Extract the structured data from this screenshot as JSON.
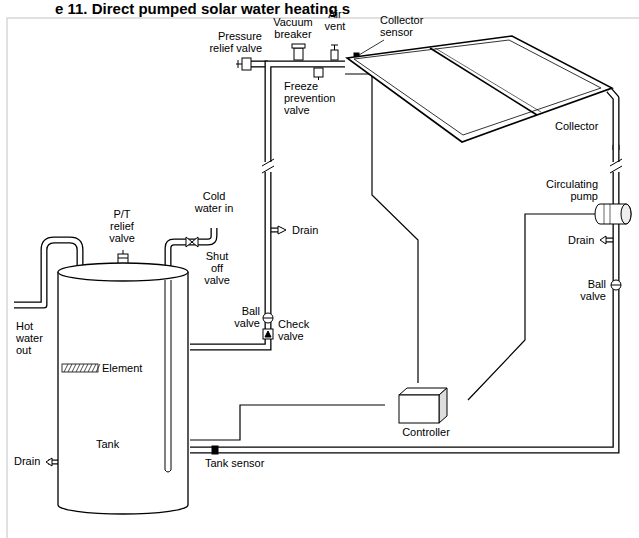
{
  "diagram": {
    "title": "e 11. Direct pumped solar water heating s",
    "nodes": [
      {
        "text": [
          "Collector"
        ]
      },
      {
        "text": [
          "Controller"
        ]
      },
      {
        "text": [
          "Tank"
        ]
      }
    ],
    "edges": [
      {
        "from": 0,
        "to": 2,
        "arrow": "none"
      },
      {
        "from": 2,
        "to": 0,
        "arrow": "none"
      },
      {
        "from": 1,
        "to": 0,
        "arrow": "none"
      },
      {
        "from": 1,
        "to": 2,
        "arrow": "none"
      }
    ],
    "labels": [
      "Vacuum breaker",
      "Air vent",
      "Collector sensor",
      "Pressure relief valve",
      "Freeze prevention valve",
      "Cold water in",
      "P/T relief valve",
      "Circulating pump",
      "Shut off valve",
      "Drain",
      "Drain",
      "Ball valve",
      "Ball valve",
      "Check valve",
      "Hot water out",
      "Element",
      "Drain",
      "Tank sensor"
    ]
  }
}
